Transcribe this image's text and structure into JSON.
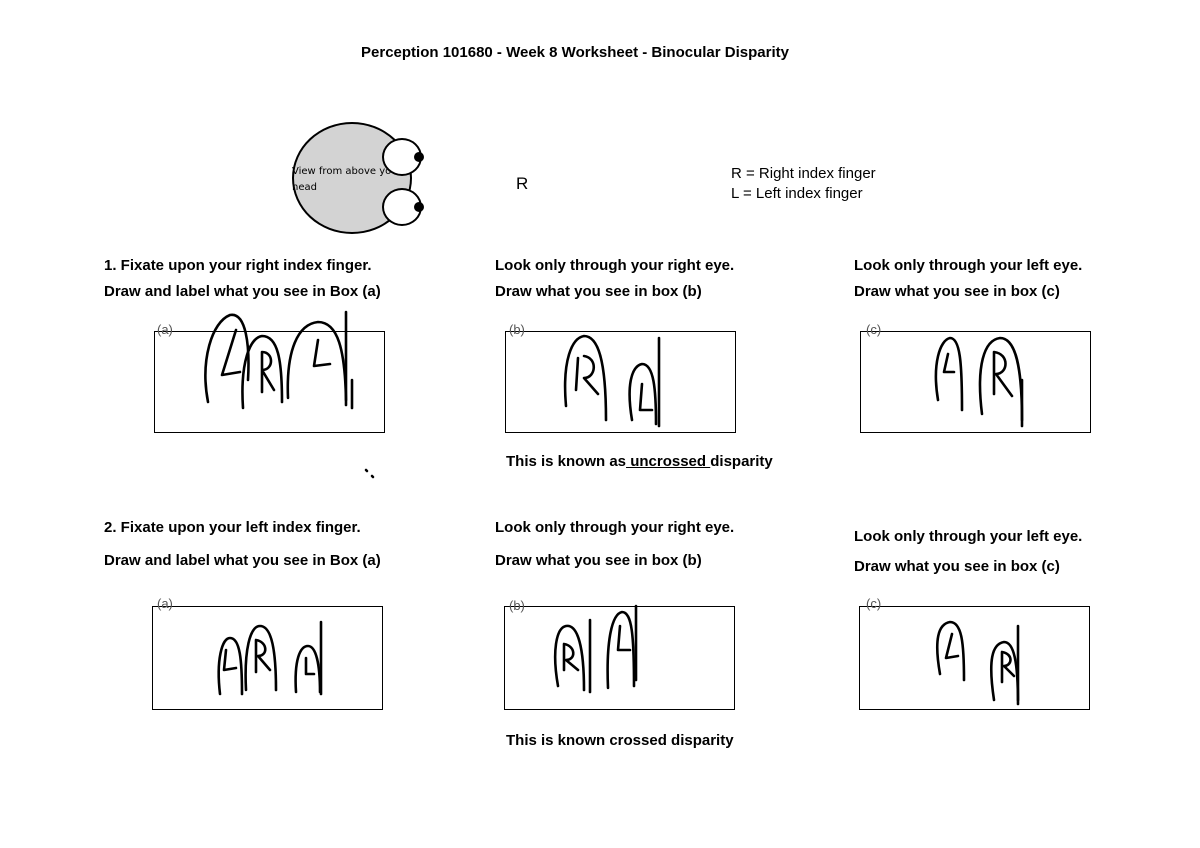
{
  "title": "Perception 101680 - Week 8 Worksheet - Binocular Disparity",
  "diagram": {
    "head_label": "View from above your head",
    "right_finger_marker": "R"
  },
  "legend": {
    "r": "R = Right index finger",
    "l": "L = Left index finger"
  },
  "q1": {
    "a_line1": "1. Fixate upon your right index finger.",
    "a_line2": "Draw and label what you see in Box (a)",
    "b_line1": "Look only through your right eye.",
    "b_line2": "Draw what you see in box (b)",
    "c_line1": "Look only through your left eye.",
    "c_line2": "Draw what you see in box (c)",
    "note_prefix": "This is known as",
    "note_answer": " uncrossed ",
    "note_suffix": "disparity"
  },
  "q2": {
    "a_line1": "2. Fixate upon your left index finger.",
    "a_line2": "Draw and label what you see in Box (a)",
    "b_line1": "Look only through your right eye.",
    "b_line2": "Draw what you see in box (b)",
    "c_line1": "Look only through your left eye.",
    "c_line2": "Draw what you see in box (c)",
    "note": "This is known crossed disparity"
  },
  "box_labels": {
    "a": "(a)",
    "b": "(b)",
    "c": "(c)"
  },
  "sketch_letters": {
    "r": "R",
    "l": "L"
  }
}
